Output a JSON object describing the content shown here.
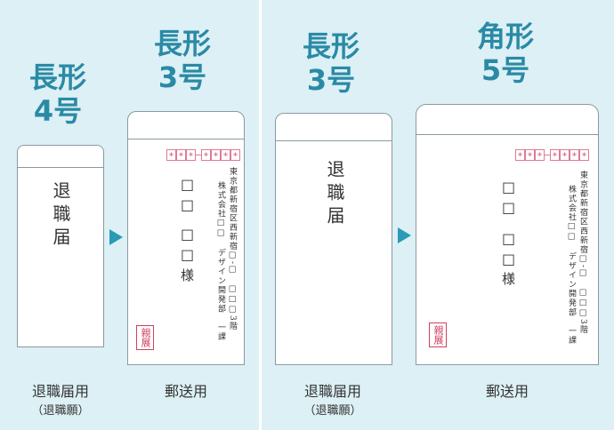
{
  "left": {
    "small": {
      "title1": "長形",
      "title2": "4号",
      "envelope_text": "退職届",
      "label": "退職届用",
      "sublabel": "（退職願）"
    },
    "large": {
      "title1": "長形",
      "title2": "3号",
      "label": "郵送用"
    }
  },
  "right": {
    "small": {
      "title1": "長形",
      "title2": "3号",
      "envelope_text": "退職届",
      "label": "退職届用",
      "sublabel": "（退職願）"
    },
    "large": {
      "title1": "角形",
      "title2": "5号",
      "label": "郵送用"
    }
  },
  "mail": {
    "postal_mark": "＊",
    "recipient_company": "□□",
    "recipient_name": "□□",
    "honorific": "様",
    "address_line1": "東京都新宿区西新宿□-□　□□□3階",
    "address_line2": "株式会社□□　デザイン開発部　一課",
    "stamp": "親展"
  },
  "colors": {
    "background": "#dcf0f5",
    "accent": "#2a8aa5",
    "stamp": "#d04060"
  }
}
